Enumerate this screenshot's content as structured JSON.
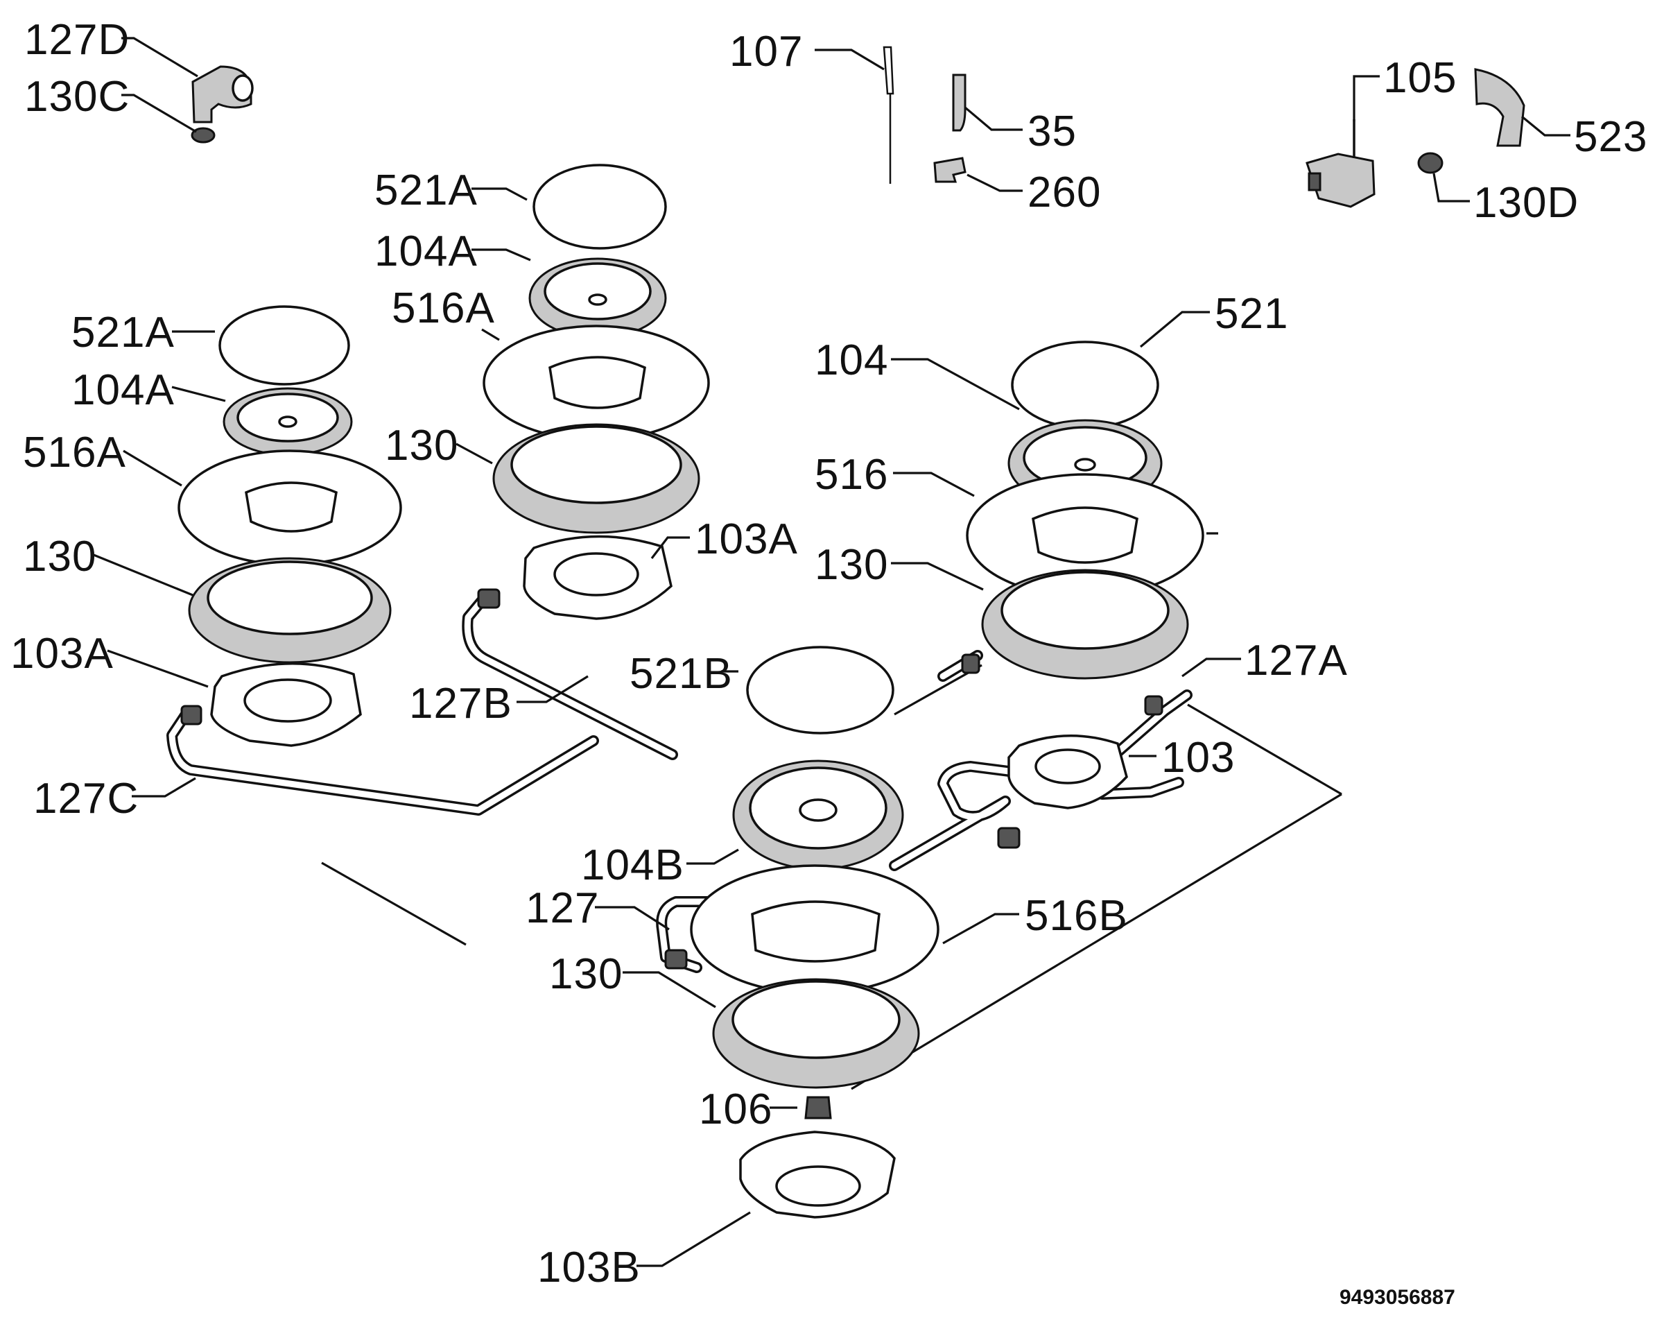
{
  "diagram": {
    "labels": {
      "l127d": "127D",
      "l130c": "130C",
      "l107": "107",
      "l35": "35",
      "l260": "260",
      "l105": "105",
      "l523": "523",
      "l130d": "130D",
      "l521a_top": "521A",
      "l104a_top": "104A",
      "l516a_top": "516A",
      "l130_mid": "130",
      "l103a_mid": "103A",
      "l127b": "127B",
      "l521a_left": "521A",
      "l104a_left": "104A",
      "l516a_left": "516A",
      "l130_left": "130",
      "l103a_left": "103A",
      "l127c": "127C",
      "l521": "521",
      "l104": "104",
      "l516": "516",
      "l130_right": "130",
      "l521b": "521B",
      "l127a": "127A",
      "l103": "103",
      "l104b": "104B",
      "l127": "127",
      "l516b": "516B",
      "l130_bottom": "130",
      "l106": "106",
      "l103b": "103B"
    },
    "drawing_number": "9493056887"
  }
}
